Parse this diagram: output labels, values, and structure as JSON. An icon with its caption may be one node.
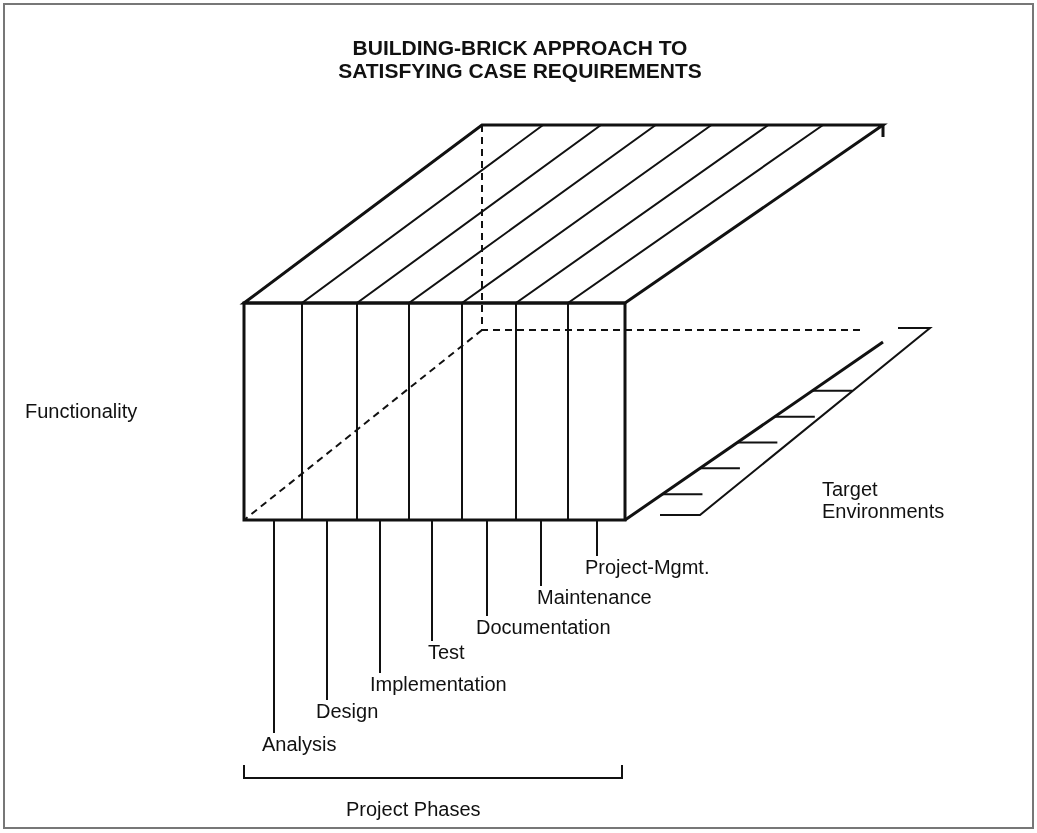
{
  "diagram": {
    "title": "BUILDING-BRICK APPROACH TO SATISFYING CASE REQUIREMENTS",
    "nodes": [
      {
        "text": [
          "Analysis"
        ]
      },
      {
        "text": [
          "Design"
        ]
      },
      {
        "text": [
          "Implementation"
        ]
      },
      {
        "text": [
          "Test"
        ]
      },
      {
        "text": [
          "Documentation"
        ]
      },
      {
        "text": [
          "Maintenance"
        ]
      },
      {
        "text": [
          "Project-Mgmt."
        ]
      }
    ],
    "edges": [
      {
        "from": 0,
        "to": null,
        "arrow": "none"
      },
      {
        "from": 1,
        "to": null,
        "arrow": "none"
      },
      {
        "from": 2,
        "to": null,
        "arrow": "none"
      },
      {
        "from": 3,
        "to": null,
        "arrow": "none"
      },
      {
        "from": 4,
        "to": null,
        "arrow": "none"
      },
      {
        "from": 5,
        "to": null,
        "arrow": "none"
      },
      {
        "from": 6,
        "to": null,
        "arrow": "none"
      }
    ],
    "labels": [
      "Functionality",
      "Target Environments",
      "Project Phases"
    ]
  }
}
